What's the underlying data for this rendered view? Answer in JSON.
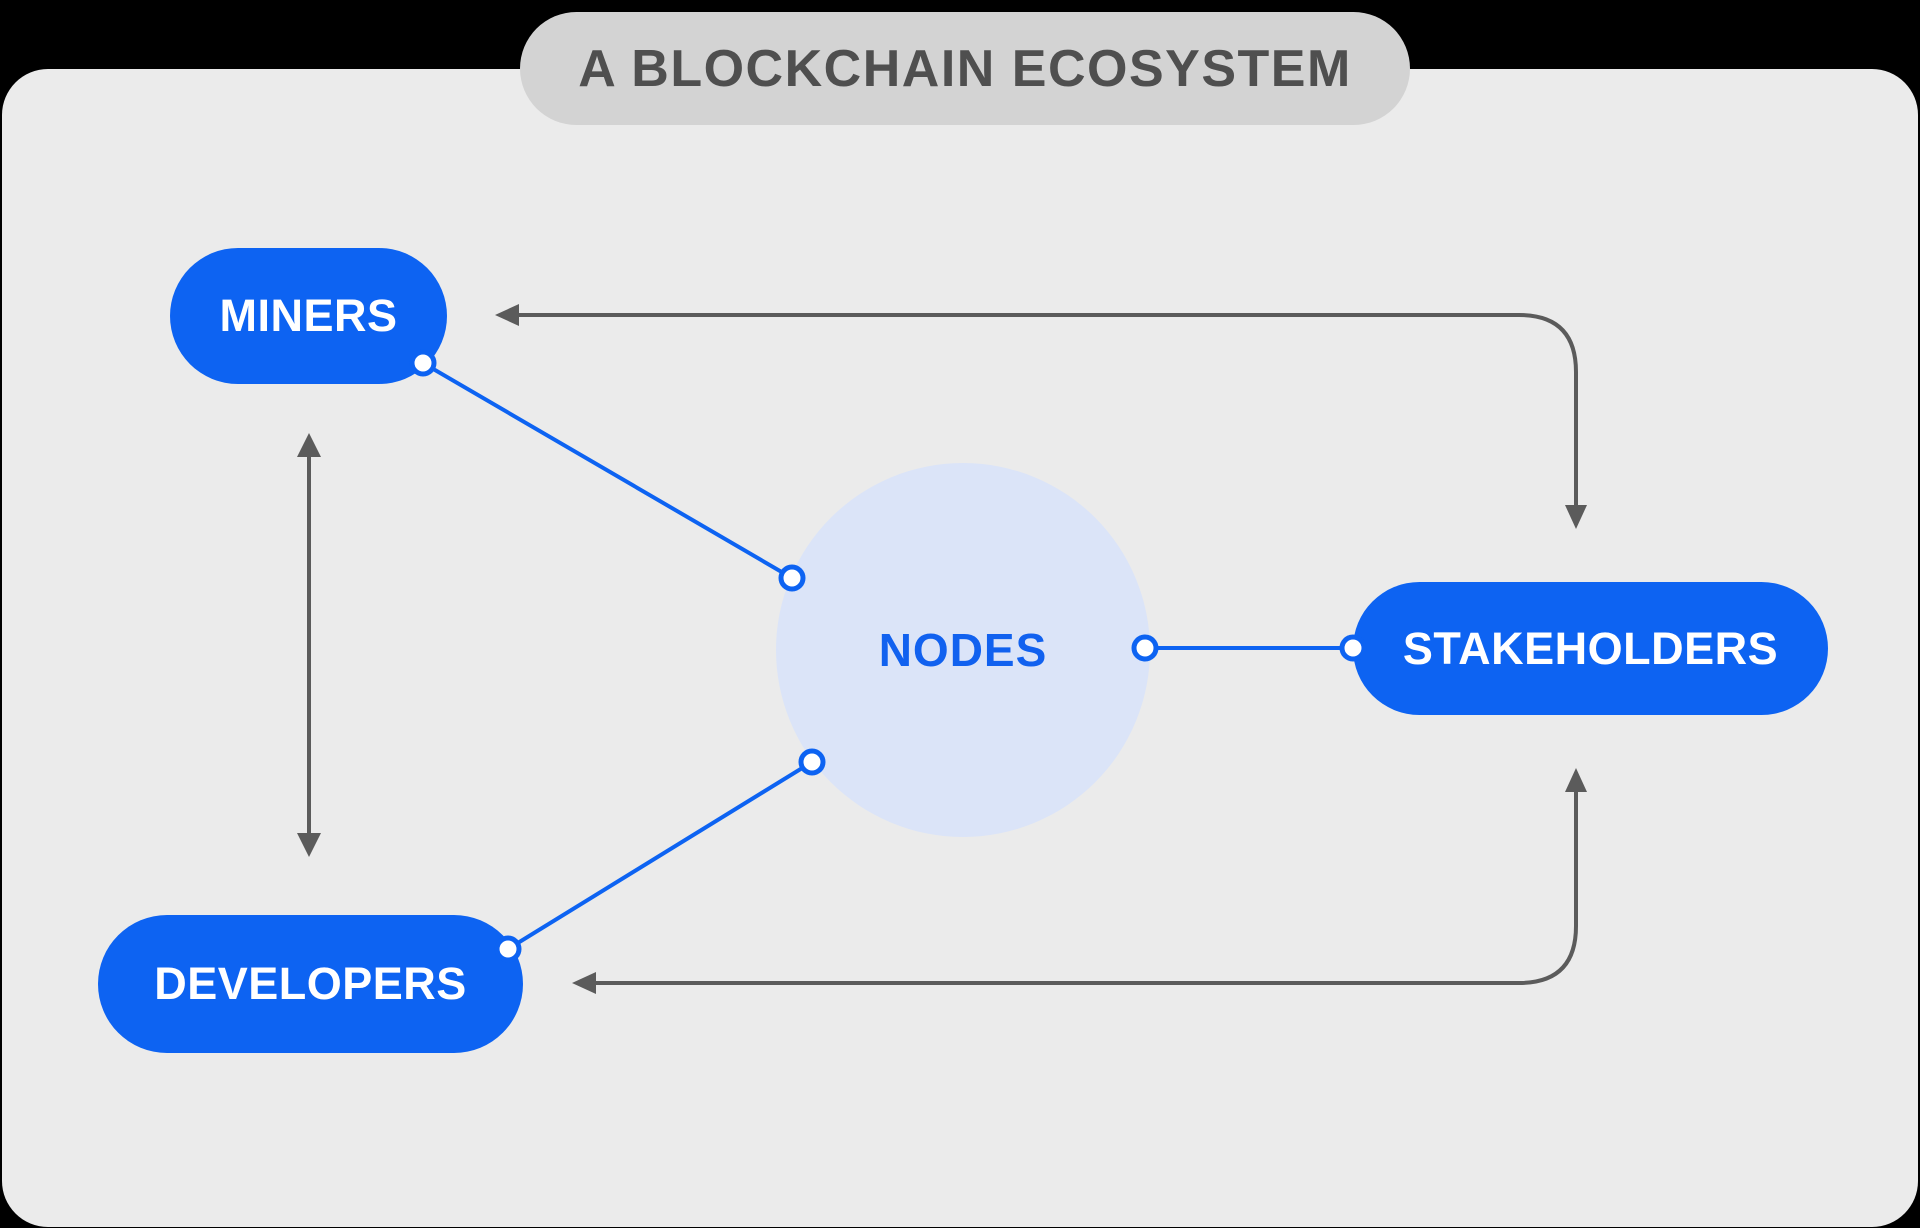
{
  "title": {
    "label": "A BLOCKCHAIN ECOSYSTEM"
  },
  "entities": {
    "miners": {
      "label": "MINERS",
      "shape": "pill"
    },
    "developers": {
      "label": "DEVELOPERS",
      "shape": "pill"
    },
    "stakeholders": {
      "label": "STAKEHOLDERS",
      "shape": "pill"
    },
    "hub": {
      "label": "NODES",
      "shape": "circle"
    }
  },
  "edges": [
    {
      "from": "MINERS",
      "to": "NODES",
      "style": "blue-line-with-endpoint-dots",
      "arrowheads": "none"
    },
    {
      "from": "DEVELOPERS",
      "to": "NODES",
      "style": "blue-line-with-endpoint-dots",
      "arrowheads": "none"
    },
    {
      "from": "NODES",
      "to": "STAKEHOLDERS",
      "style": "blue-line-with-endpoint-dots",
      "arrowheads": "none"
    },
    {
      "from": "MINERS",
      "to": "DEVELOPERS",
      "style": "gray-straight-arrow",
      "arrowheads": "both"
    },
    {
      "from": "STAKEHOLDERS",
      "to": "MINERS",
      "style": "gray-elbow-arrow",
      "arrowheads": "both"
    },
    {
      "from": "STAKEHOLDERS",
      "to": "DEVELOPERS",
      "style": "gray-elbow-arrow",
      "arrowheads": "both"
    }
  ],
  "colors": {
    "canvas_background": "#000000",
    "panel_background": "#ebebeb",
    "title_pill_background": "#d3d3d3",
    "title_text": "#4f4f4f",
    "accent_blue": "#0d63f2",
    "hub_circle_fill": "#dbe4f8",
    "hub_text": "#1161ef",
    "pill_text": "#ffffff",
    "arrow_gray": "#5b5b5b"
  }
}
